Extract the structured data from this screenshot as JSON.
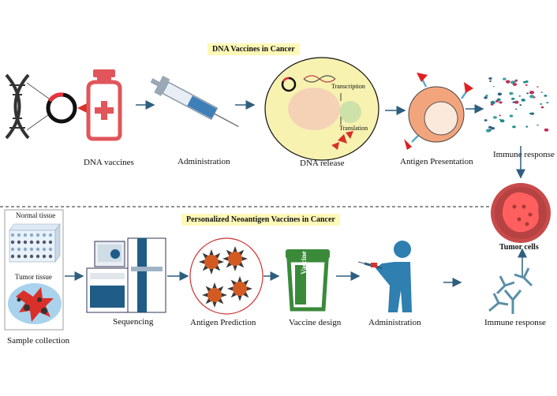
{
  "top_section": {
    "title": "DNA Vaccines in Cancer",
    "labels": {
      "dna_vaccines": "DNA  vaccines",
      "administration": "Administration",
      "dna_release": "DNA release",
      "transcription": "Transcription",
      "translation": "Translation",
      "antigen_presentation": "Antigen Presentation",
      "immune_response": "Immune response"
    }
  },
  "shared": {
    "tumor_cells": "Tumor cells"
  },
  "bottom_section": {
    "title": "Personalized Neoantigen Vaccines in Cancer",
    "labels": {
      "normal_tissue": "Normal tissue",
      "tumor_tissue": "Tumor tissue",
      "sample_collection": "Sample collection",
      "sequencing": "Sequencing",
      "antigen_prediction": "Antigen Prediction",
      "vaccine_design": "Vaccine design",
      "vaccine_jar_text": "Vaccine",
      "administration": "Administration",
      "immune_response": "Immune response"
    }
  },
  "colors": {
    "arrow": "#2f5f7f",
    "vial": "#e0565b",
    "cell_fill": "#f7f2b0",
    "tumor": "#c94a4a",
    "jar_green": "#3a8a3a",
    "person_blue": "#2f7fb0",
    "highlight": "#fff9b8"
  }
}
